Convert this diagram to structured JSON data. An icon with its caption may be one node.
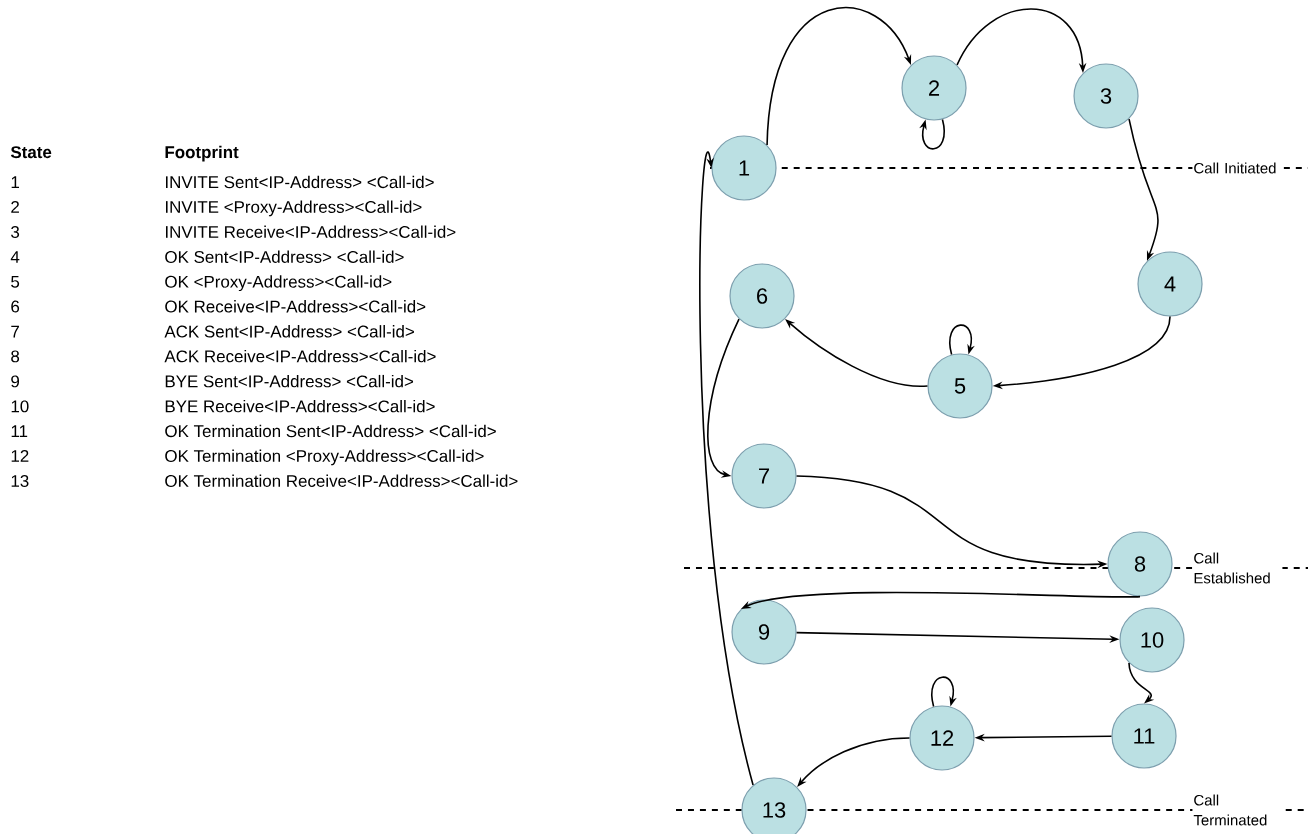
{
  "diagram": {
    "nodes": [
      {
        "text": [
          "1"
        ]
      },
      {
        "text": [
          "2"
        ]
      },
      {
        "text": [
          "3"
        ]
      },
      {
        "text": [
          "4"
        ]
      },
      {
        "text": [
          "5"
        ]
      },
      {
        "text": [
          "6"
        ]
      },
      {
        "text": [
          "7"
        ]
      },
      {
        "text": [
          "8"
        ]
      },
      {
        "text": [
          "9"
        ]
      },
      {
        "text": [
          "10"
        ]
      },
      {
        "text": [
          "11"
        ]
      },
      {
        "text": [
          "12"
        ]
      },
      {
        "text": [
          "13"
        ]
      }
    ],
    "edges": [
      {
        "from": 12,
        "to": 0,
        "arrow": "to"
      },
      {
        "from": 0,
        "to": 1,
        "arrow": "to"
      },
      {
        "from": 1,
        "to": 1,
        "arrow": "to"
      },
      {
        "from": 1,
        "to": 2,
        "arrow": "to"
      },
      {
        "from": 2,
        "to": 3,
        "arrow": "to"
      },
      {
        "from": 3,
        "to": 4,
        "arrow": "to"
      },
      {
        "from": 4,
        "to": 4,
        "arrow": "to"
      },
      {
        "from": 4,
        "to": 5,
        "arrow": "to"
      },
      {
        "from": 5,
        "to": 6,
        "arrow": "to"
      },
      {
        "from": 6,
        "to": 7,
        "arrow": "to"
      },
      {
        "from": 7,
        "to": 8,
        "arrow": "to"
      },
      {
        "from": 8,
        "to": 9,
        "arrow": "to"
      },
      {
        "from": 9,
        "to": 10,
        "arrow": "to"
      },
      {
        "from": 10,
        "to": 11,
        "arrow": "to"
      },
      {
        "from": 11,
        "to": 11,
        "arrow": "to"
      },
      {
        "from": 11,
        "to": 12,
        "arrow": "to"
      }
    ],
    "labels": [
      "State",
      "Footprint",
      "1",
      "INVITE Sent<IP-Address> <Call-id>",
      "2",
      "INVITE <Proxy-Address><Call-id>",
      "3",
      "INVITE Receive<IP-Address><Call-id>",
      "4",
      "OK Sent<IP-Address> <Call-id>",
      "5",
      "OK <Proxy-Address><Call-id>",
      "6",
      "OK Receive<IP-Address><Call-id>",
      "7",
      "ACK Sent<IP-Address> <Call-id>",
      "8",
      "ACK Receive<IP-Address><Call-id>",
      "9",
      "BYE Sent<IP-Address> <Call-id>",
      "10",
      "BYE Receive<IP-Address><Call-id>",
      "11",
      "OK Termination Sent<IP-Address> <Call-id>",
      "12",
      "OK Termination <Proxy-Address><Call-id>",
      "13",
      "OK Termination Receive<IP-Address><Call-id>",
      "Call Initiated",
      "Call Established",
      "Call Terminated"
    ]
  }
}
